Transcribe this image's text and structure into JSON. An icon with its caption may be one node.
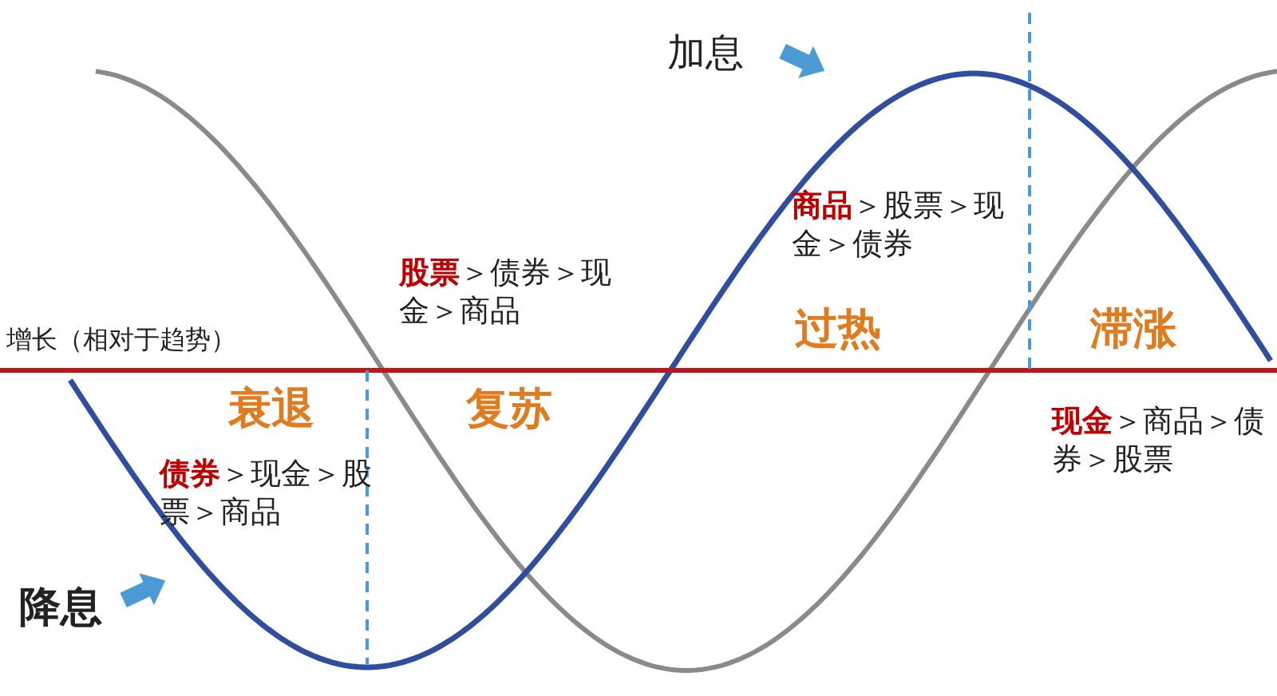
{
  "diagram": {
    "labels": [
      "加息",
      "**商品**＞股票＞现金＞债券",
      "**股票**＞债券＞现金＞商品",
      "增长（相对于趋势）",
      "过热",
      "滞涨",
      "衰退",
      "复苏",
      "**债券**＞现金＞股票＞商品",
      "**现金**＞商品＞债券＞股票",
      "降息"
    ]
  }
}
